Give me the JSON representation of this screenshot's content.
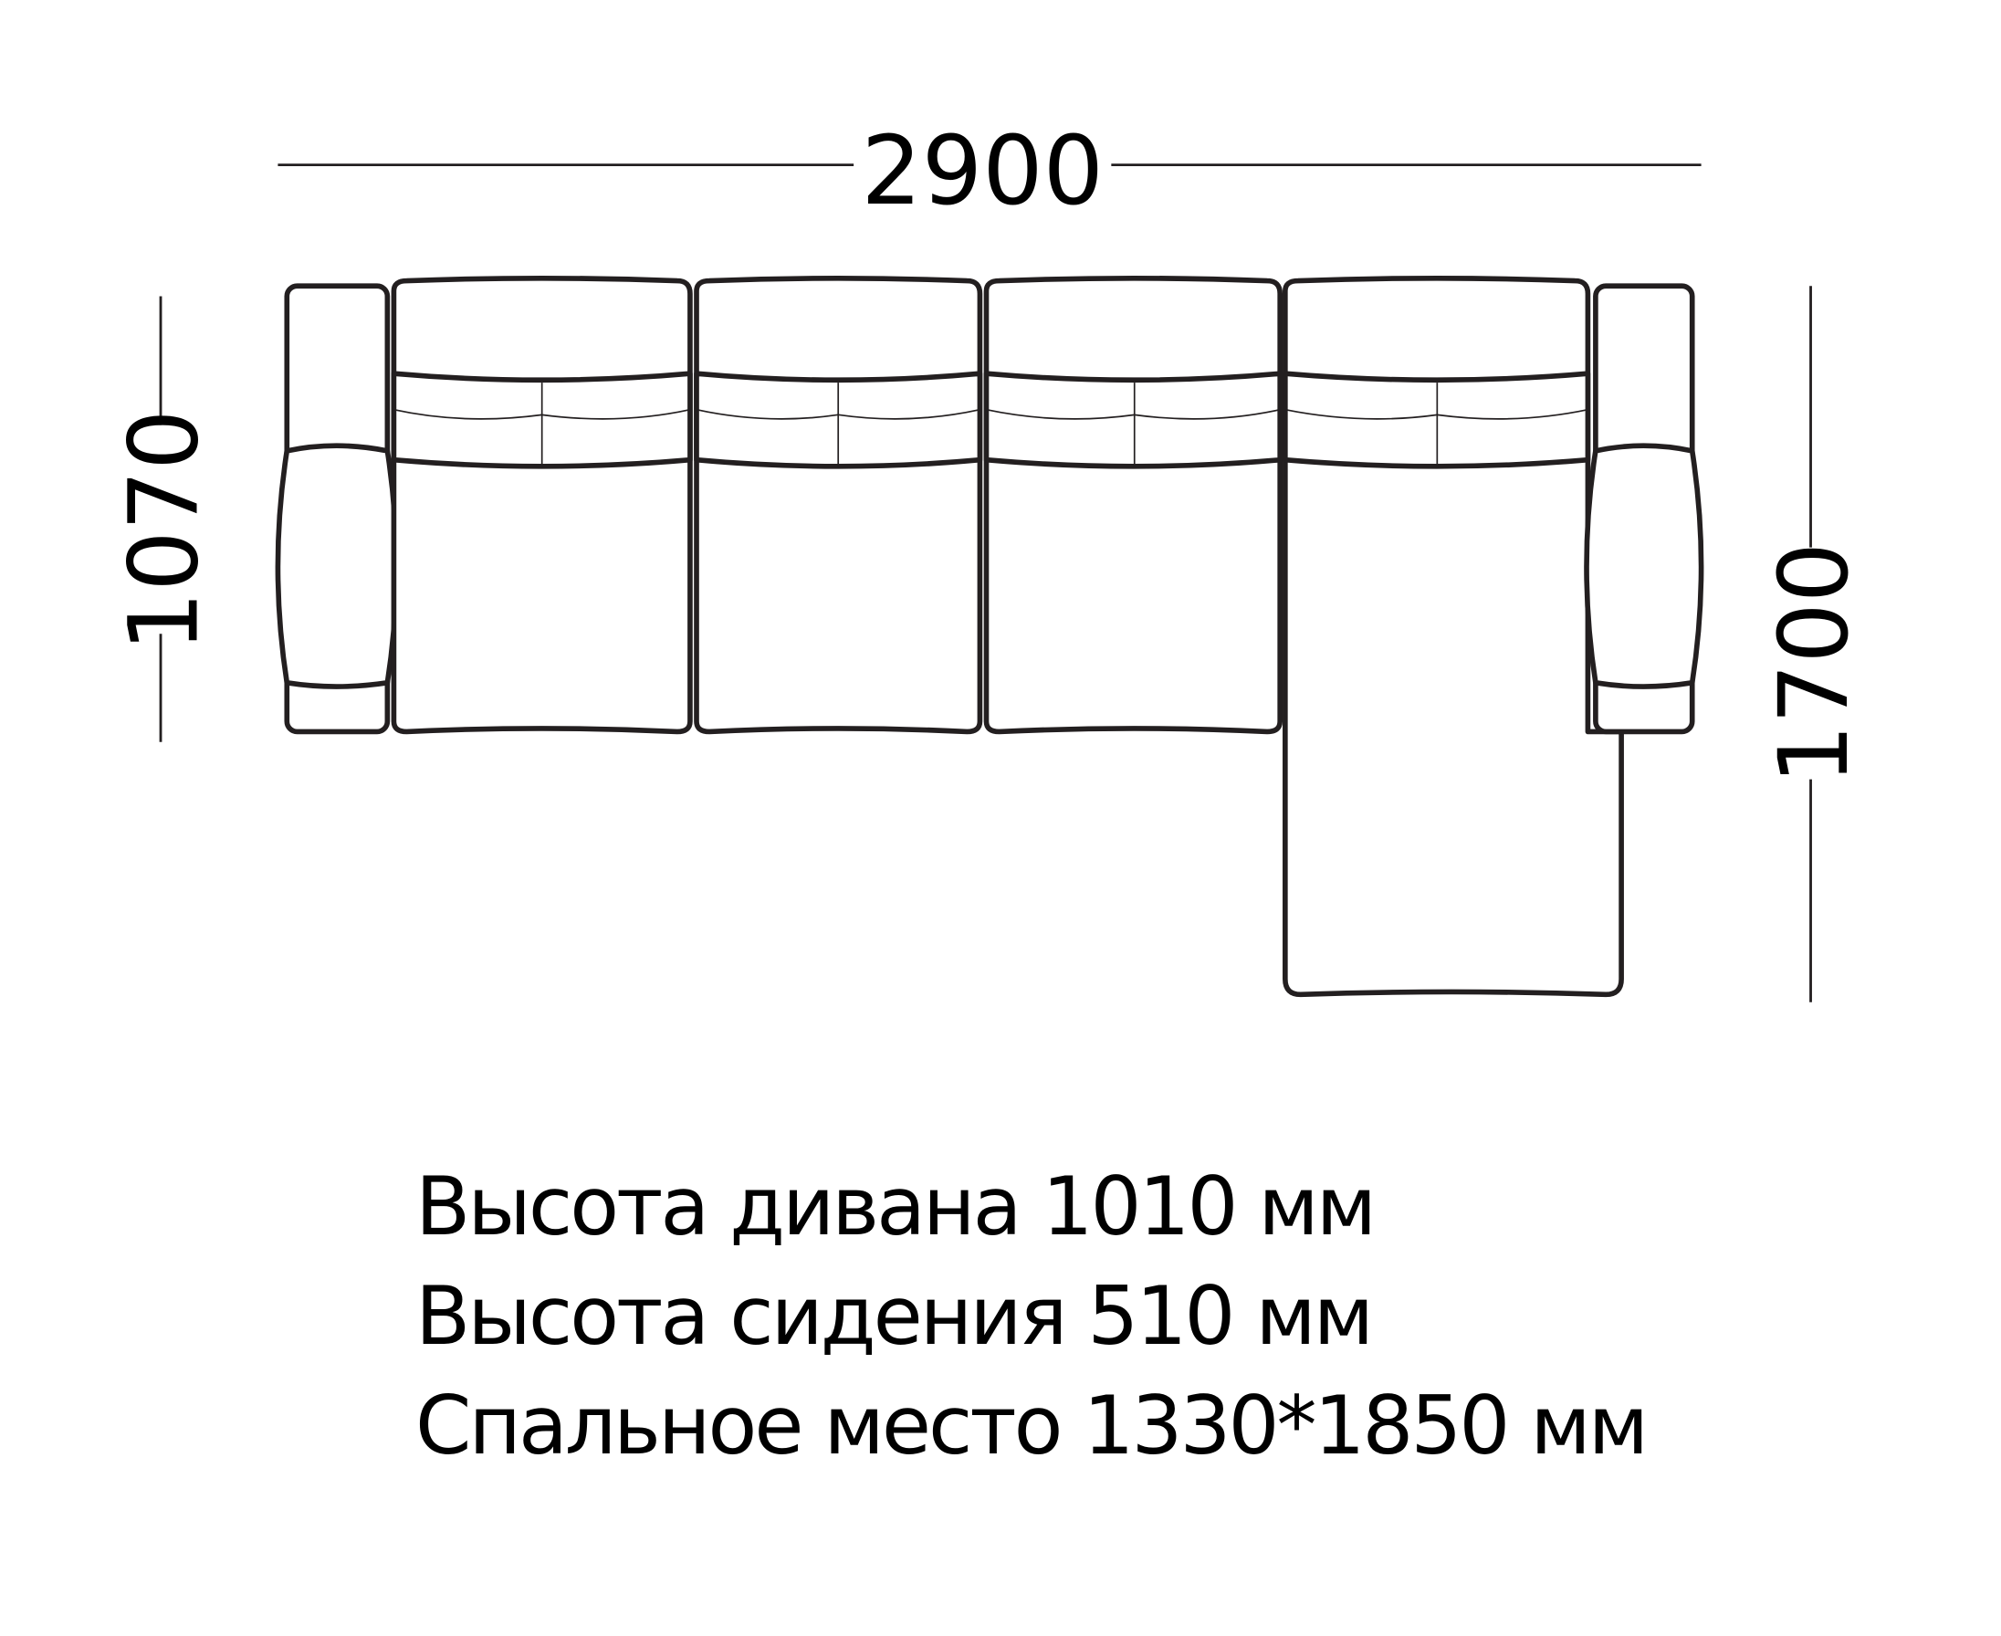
{
  "dimensions": {
    "width": "2900",
    "depth_left": "1070",
    "depth_right": "1700"
  },
  "specs": [
    "Высота дивана 1010 мм",
    "Высота сидения 510 мм",
    "Спальное место 1330*1850 мм"
  ]
}
